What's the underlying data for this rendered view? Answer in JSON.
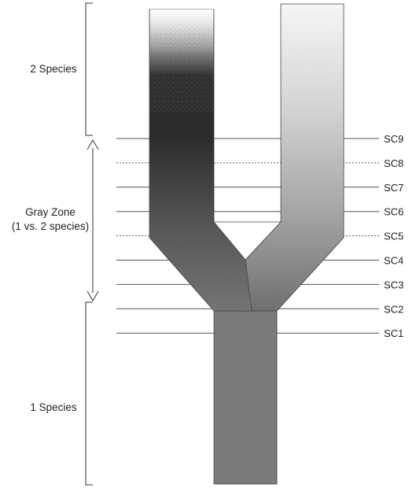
{
  "zones": {
    "two_species": "2 Species",
    "gray_zone_line1": "Gray Zone",
    "gray_zone_line2": "(1 vs. 2 species)",
    "one_species": "1 Species"
  },
  "criteria": [
    {
      "label": "SC9"
    },
    {
      "label": "SC8"
    },
    {
      "label": "SC7"
    },
    {
      "label": "SC6"
    },
    {
      "label": "SC5"
    },
    {
      "label": "SC4"
    },
    {
      "label": "SC3"
    },
    {
      "label": "SC2"
    },
    {
      "label": "SC1"
    }
  ],
  "colors": {
    "left_branch_top": "#f2f2f2",
    "left_branch_mid": "#2a2a2a",
    "right_branch_top": "#f4f4f4",
    "right_branch_bottom": "#6e6e6e",
    "trunk": "#7a7a7a",
    "lines": "#555555"
  }
}
